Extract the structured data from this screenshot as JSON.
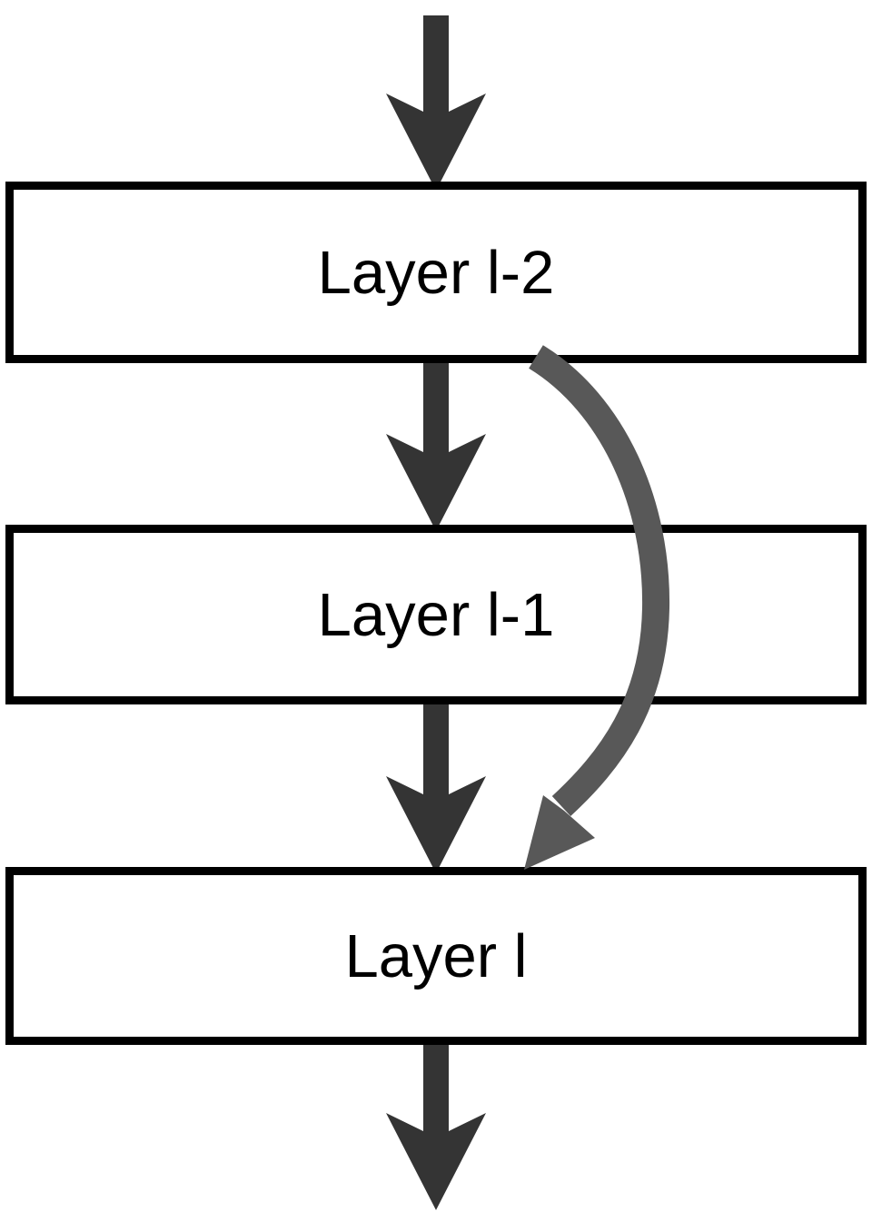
{
  "diagram": {
    "type": "flowchart",
    "nodes": [
      {
        "id": "layer-l-2",
        "label": "Layer l-2"
      },
      {
        "id": "layer-l-1",
        "label": "Layer l-1"
      },
      {
        "id": "layer-l",
        "label": "Layer l"
      }
    ],
    "edges": [
      {
        "from": "input",
        "to": "layer-l-2",
        "type": "flow"
      },
      {
        "from": "layer-l-2",
        "to": "layer-l-1",
        "type": "flow"
      },
      {
        "from": "layer-l-1",
        "to": "layer-l",
        "type": "flow"
      },
      {
        "from": "layer-l",
        "to": "output",
        "type": "flow"
      },
      {
        "from": "layer-l-2",
        "to": "layer-l",
        "type": "skip-connection"
      }
    ],
    "colors": {
      "background": "#ffffff",
      "box_fill": "#ffffff",
      "box_border": "#000000",
      "text": "#000000",
      "flow_arrow": "#343434",
      "skip_arrow": "#585858"
    }
  }
}
